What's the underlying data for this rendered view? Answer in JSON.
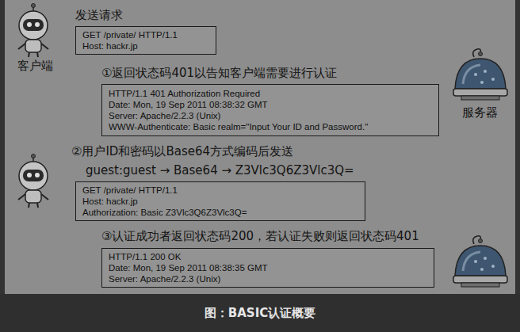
{
  "diagram": {
    "caption": "图：BASIC认证概要",
    "nodes": [
      {
        "text": [
          "发送请求",
          "GET /private/ HTTP/1.1",
          "Host: hackr.jp"
        ]
      },
      {
        "text": [
          "①返回状态码401以告知客户端需要进行认证",
          "HTTP/1.1 401 Authorization Required",
          "Date: Mon, 19 Sep 2011 08:38:32 GMT",
          "Server: Apache/2.2.3 (Unix)",
          "WWW-Authenticate: Basic realm=\"Input Your ID and Password.\""
        ]
      },
      {
        "text": [
          "②用户ID和密码以Base64方式编码后发送",
          "guest:guest → Base64 → Z3Vlc3Q6Z3Vlc3Q=",
          "GET /private/ HTTP/1.1",
          "Host: hackr.jp",
          "Authorization: Basic Z3Vlc3Q6Z3Vlc3Q="
        ]
      },
      {
        "text": [
          "③认证成功者返回状态码200，若认证失败则返回状态码401",
          "HTTP/1.1 200 OK",
          "Date: Mon, 19 Sep 2011 08:38:35 GMT",
          "Server: Apache/2.2.3 (Unix)"
        ]
      }
    ],
    "labels": [
      "客户端",
      "服务器"
    ]
  }
}
